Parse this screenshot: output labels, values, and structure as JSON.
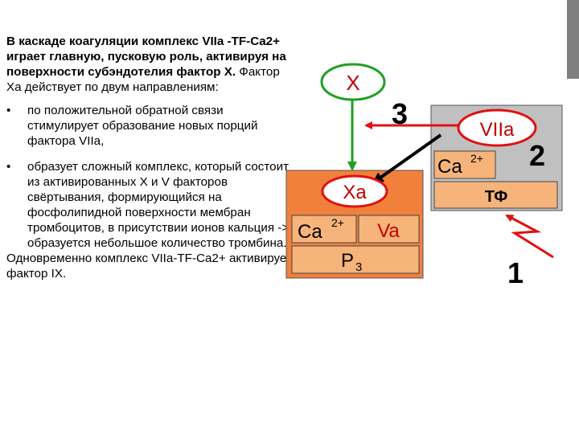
{
  "text": {
    "intro_bold_1": "В каскаде коагуляции комплекс VIIa -TF-Ca2+ играет главную, пусковую роль, активируя на поверхности субэндотелия фактор Х.",
    "intro_rest": " Фактор Ха действует по двум направлениям:",
    "bullet_symbol": "•",
    "bullets": [
      "по положительной обратной связи стимулирует образование новых порций фактора VIIa,",
      "образует  сложный комплекс, который состоит из активированных Х и V факторов свёртывания, формирующийся на фосфолипидной поверхности мембран тромбоцитов, в присутствии ионов кальция -> образуется небольшое количество тромбина."
    ],
    "outro": " Одновременно комплекс VIIa-TF-Ca2+ активирует фактор IX."
  },
  "diagram": {
    "x_label": "X",
    "xa_label": "Xa",
    "ca_xa": "Ca",
    "ca_xa_sup": "2+",
    "va_label": "Va",
    "p3_main": "P",
    "p3_sub": "3",
    "viia_label": "VIIa",
    "ca_viia": "Ca",
    "ca_viia_sup": "2+",
    "tf_label": "ТФ",
    "num_1": "1",
    "num_2": "2",
    "num_3": "3"
  },
  "colors": {
    "orange_fill": "#f0803c",
    "light_fill": "#f6b37a",
    "gray_fill": "#c0c0c0",
    "red": "#e21010",
    "green": "#20a020",
    "text_red": "#c00000",
    "scrollbar": "#7f7f7f"
  }
}
